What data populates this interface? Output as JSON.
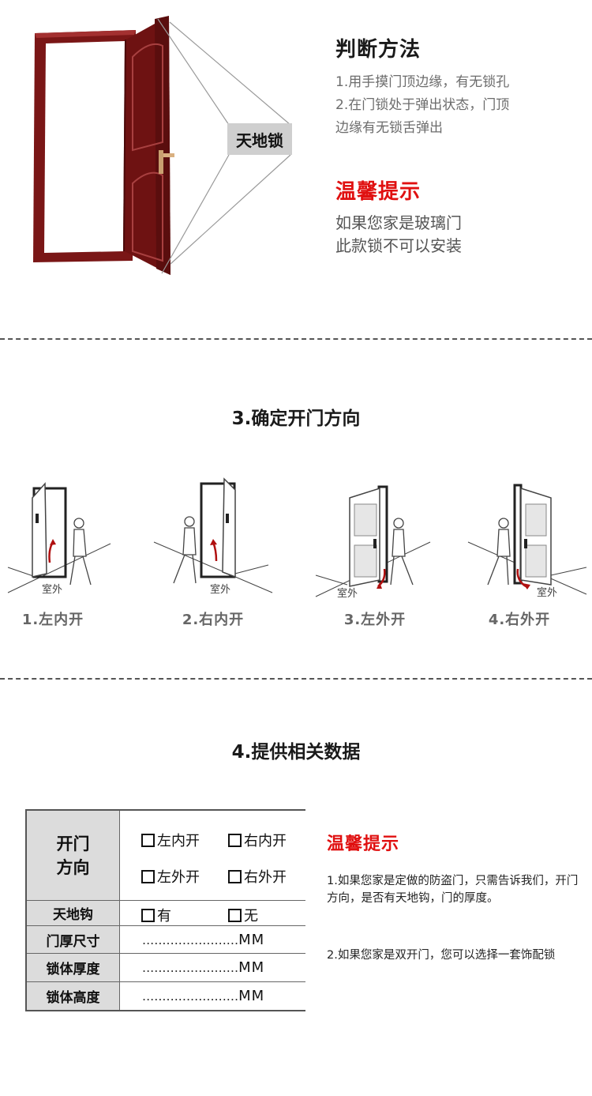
{
  "section1": {
    "door_label": "天地锁",
    "judge_title": "判断方法",
    "judge_lines": [
      "1.用手摸门顶边缘，有无锁孔",
      "2.在门锁处于弹出状态，门顶",
      "边缘有无锁舌弹出"
    ],
    "tip_title": "温馨提示",
    "tip_lines": [
      "如果您家是玻璃门",
      "此款锁不可以安装"
    ]
  },
  "section3": {
    "title": "3.确定开门方向",
    "outside_label": "室外",
    "directions": [
      {
        "label": "1.左内开"
      },
      {
        "label": "2.右内开"
      },
      {
        "label": "3.左外开"
      },
      {
        "label": "4.右外开"
      }
    ]
  },
  "section4": {
    "title": "4.提供相关数据",
    "table": {
      "row_direction": {
        "header": [
          "开门",
          "方向"
        ],
        "options": [
          "左内开",
          "右内开",
          "左外开",
          "右外开"
        ]
      },
      "row_hook": {
        "header": "天地钩",
        "options": [
          "有",
          "无"
        ]
      },
      "rows_measure": [
        {
          "header": "门厚尺寸",
          "dots": "........................",
          "unit": "MM"
        },
        {
          "header": "锁体厚度",
          "dots": "........................",
          "unit": "MM"
        },
        {
          "header": "锁体高度",
          "dots": "........................",
          "unit": "MM"
        }
      ]
    },
    "tip_title": "温馨提示",
    "tips": [
      "1.如果您家是定做的防盗门，只需告诉我们，开门方向，是否有天地钩，门的厚度。",
      "2.如果您家是双开门，您可以选择一套饰配锁"
    ]
  },
  "colors": {
    "door_red": "#7a1616",
    "tip_red": "#e01010",
    "header_gray": "#dcdcdc"
  }
}
